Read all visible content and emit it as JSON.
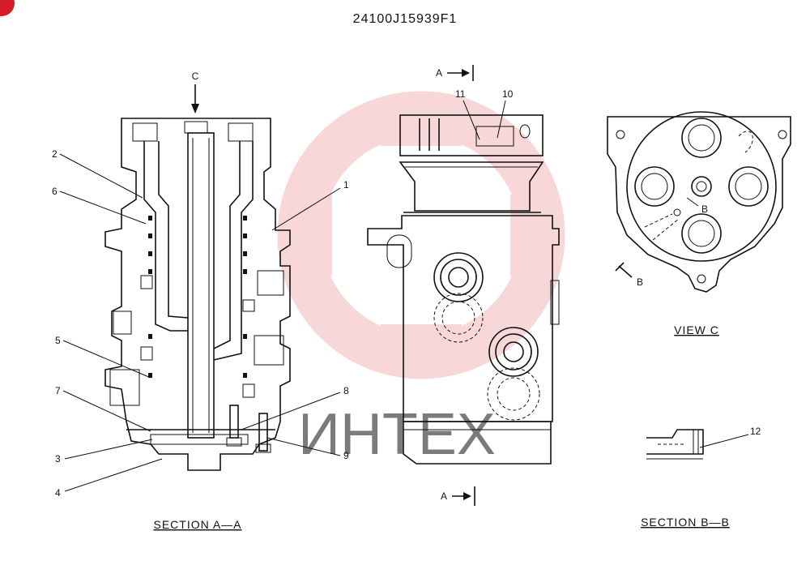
{
  "document": {
    "part_number": "24100J15939F1",
    "watermark_text": "ИНТЕХ",
    "watermark_color": "#f2b8b8",
    "corner_badge_color": "#d81b2a"
  },
  "views": {
    "section_aa": {
      "caption": "SECTION A—A",
      "view_arrow": "C",
      "callouts": [
        "1",
        "2",
        "3",
        "4",
        "5",
        "6",
        "7",
        "8",
        "9"
      ]
    },
    "side_view": {
      "cut_top": "A",
      "cut_bottom": "A",
      "callouts": [
        "10",
        "11"
      ]
    },
    "view_c": {
      "caption": "VIEW C",
      "cut_label_1": "B",
      "cut_label_2": "B"
    },
    "section_bb": {
      "caption": "SECTION B—B",
      "callouts": [
        "12"
      ]
    }
  }
}
